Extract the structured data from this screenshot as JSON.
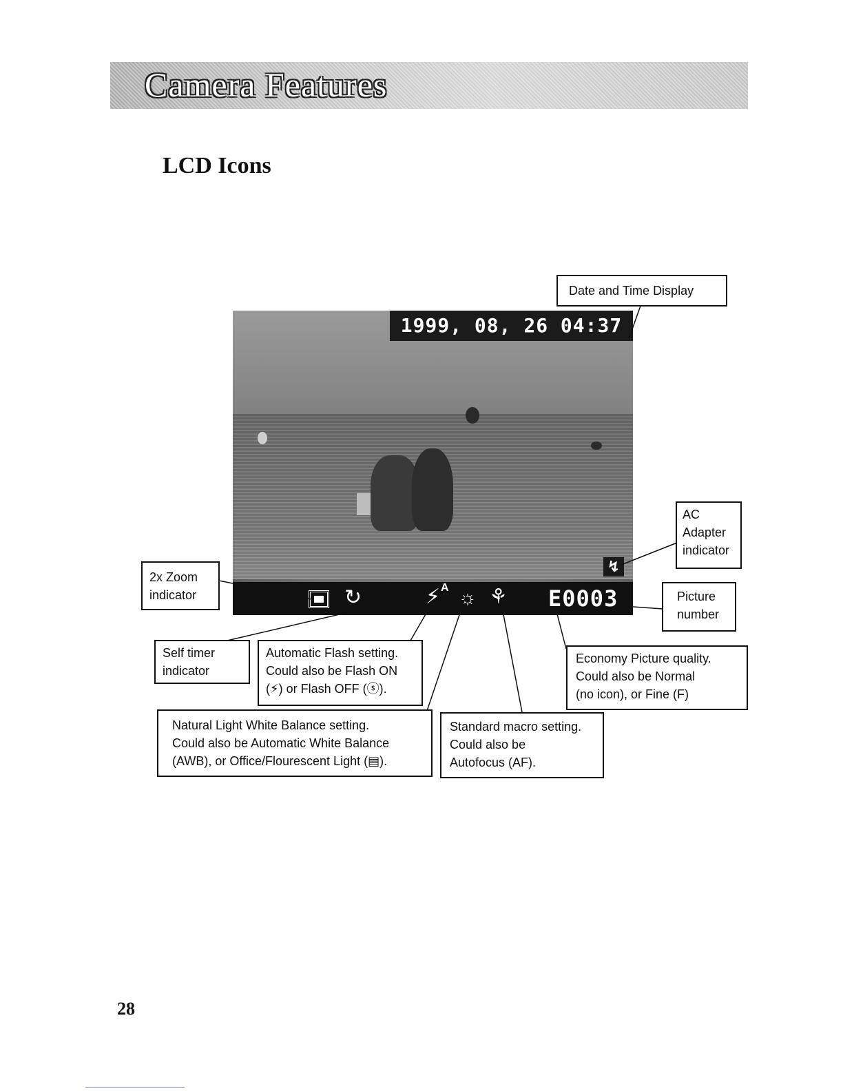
{
  "header": {
    "title": "Camera Features"
  },
  "section": {
    "title": "LCD Icons"
  },
  "lcd": {
    "date_time": "1999, 08, 26  04:37",
    "picture_number": "E0003",
    "flash_auto_mark": "A"
  },
  "icons": {
    "zoom": "zoom-2x-icon",
    "self_timer": "self-timer-icon",
    "flash": "auto-flash-icon",
    "white_balance": "natural-light-icon",
    "macro": "macro-flower-icon",
    "ac_adapter": "ac-adapter-plug-icon"
  },
  "callouts": {
    "date_time": {
      "line1": "Date and Time Display"
    },
    "ac_adapter": {
      "line1": "AC",
      "line2": "Adapter",
      "line3": "indicator"
    },
    "picture_number": {
      "line1": "Picture",
      "line2": "number"
    },
    "zoom": {
      "line1": "2x Zoom",
      "line2": "indicator"
    },
    "self_timer": {
      "line1": "Self timer",
      "line2": "indicator"
    },
    "flash": {
      "line1": "Automatic Flash setting.",
      "line2": "Could also be Flash ON",
      "line3": "(⚡) or Flash OFF (ⓢ)."
    },
    "economy": {
      "line1": "Economy Picture quality.",
      "line2": "Could also be Normal",
      "line3": "(no icon), or Fine (F)"
    },
    "white_balance": {
      "line1": "Natural Light White Balance setting.",
      "line2": "Could also be Automatic White Balance",
      "line3": "(AWB), or Office/Flourescent Light (▤)."
    },
    "macro": {
      "line1": "Standard macro setting.",
      "line2": "Could also be",
      "line3": "Autofocus (AF)."
    }
  },
  "footer": {
    "page_number": "28"
  }
}
